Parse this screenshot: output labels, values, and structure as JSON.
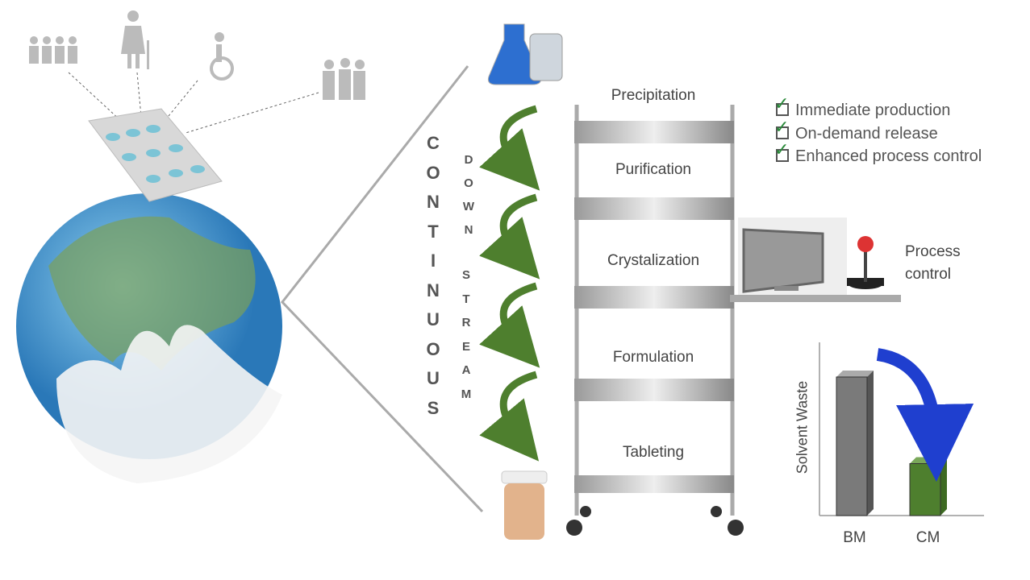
{
  "continuous_letters": [
    "C",
    "O",
    "N",
    "T",
    "I",
    "N",
    "U",
    "O",
    "U",
    "S"
  ],
  "down_letters": [
    "D",
    "O",
    "W",
    "N"
  ],
  "stream_letters": [
    "S",
    "T",
    "R",
    "E",
    "A",
    "M"
  ],
  "stages": [
    "Precipitation",
    "Purification",
    "Crystalization",
    "Formulation",
    "Tableting"
  ],
  "benefits": [
    "Immediate production",
    "On-demand release",
    "Enhanced process control"
  ],
  "process_control": [
    "Process",
    "control"
  ],
  "chart_data": {
    "type": "bar",
    "categories": [
      "BM",
      "CM"
    ],
    "values": [
      80,
      30
    ],
    "ylabel": "Solvent  Waste",
    "colors": [
      "#7a7a7a",
      "#4e7f2e"
    ]
  },
  "colors": {
    "arrow_green": "#4e7f2e",
    "arrow_blue": "#1f3fcf",
    "globe_blue": "#4aa3d8"
  }
}
